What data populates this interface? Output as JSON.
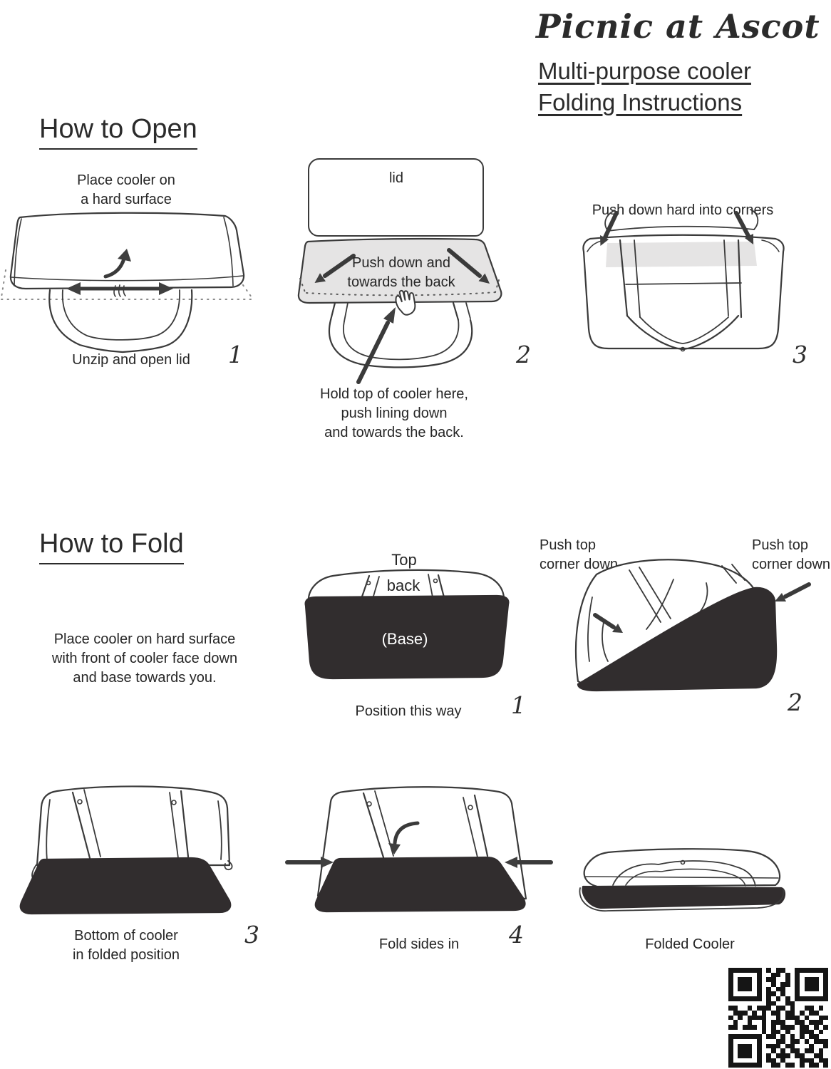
{
  "header": {
    "brand": "Picnic at Ascot",
    "subtitle_line1": "Multi-purpose cooler",
    "subtitle_line2": "Folding Instructions"
  },
  "open_section": {
    "heading": "How to Open",
    "step1": {
      "note_line1": "Place cooler on",
      "note_line2": "a hard surface",
      "caption": "Unzip and open lid",
      "number": "1"
    },
    "step2": {
      "lid_label": "lid",
      "panel_line1": "Push down and",
      "panel_line2": "towards the back",
      "caption_line1": "Hold top of cooler here,",
      "caption_line2": "push lining down",
      "caption_line3": "and towards the back.",
      "number": "2"
    },
    "step3": {
      "note": "Push down hard into corners",
      "number": "3"
    }
  },
  "fold_section": {
    "heading": "How to Fold",
    "intro_line1": "Place cooler on hard surface",
    "intro_line2": "with front of cooler face down",
    "intro_line3": "and base towards you.",
    "step1": {
      "top_label": "Top",
      "back_label": "back",
      "base_label": "(Base)",
      "caption": "Position this way",
      "number": "1"
    },
    "step2": {
      "left_note_line1": "Push top",
      "left_note_line2": "corner down",
      "right_note_line1": "Push top",
      "right_note_line2": "corner down",
      "number": "2"
    },
    "step3": {
      "caption_line1": "Bottom of cooler",
      "caption_line2": "in folded position",
      "number": "3"
    },
    "step4": {
      "caption": "Fold sides in",
      "number": "4"
    },
    "folded": {
      "caption": "Folded Cooler"
    }
  },
  "colors": {
    "line": "#3a3a3a",
    "dark_fill": "#312d2e",
    "panel_gray": "#e5e4e4",
    "text": "#262626"
  },
  "qr": {
    "matrix": [
      "111111101011001111111",
      "100000100110101000001",
      "101110101100101011101",
      "101110100101101011101",
      "101110101011001011101",
      "100000101101001000001",
      "111111101010101111111",
      "000000001100110000000",
      "110010111011010011010",
      "011101010110110101100",
      "101011110010111010011",
      "010010010111001101110",
      "110111010101110110101",
      "000000010110100111010",
      "111111101101010101100",
      "100000100011011010111",
      "101110101110110001001",
      "101110100101011011010",
      "101110101011101100110",
      "100000101101000111011",
      "111111100110110101101"
    ]
  }
}
